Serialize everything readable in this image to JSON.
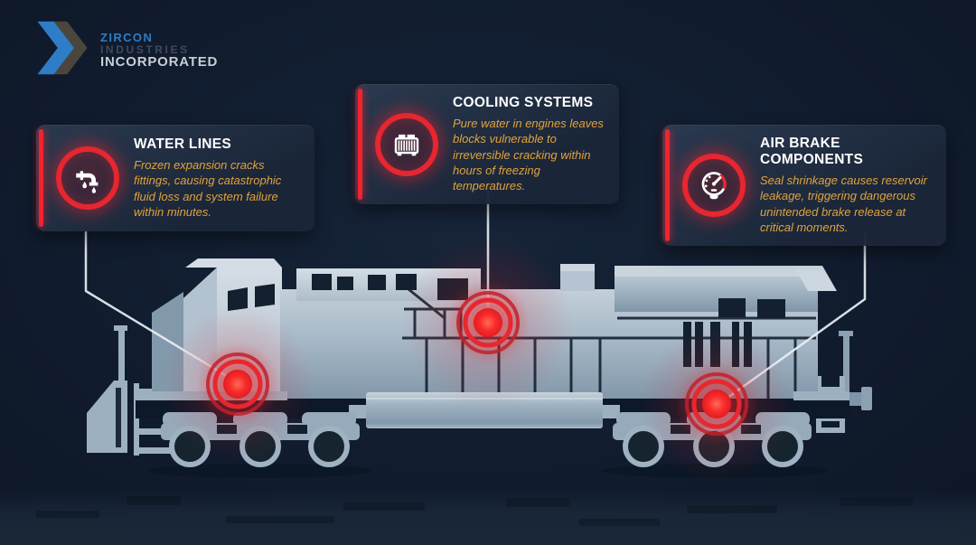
{
  "brand": {
    "line1": "ZIRCON",
    "line2": "INDUSTRIES",
    "line3": "INCORPORATED"
  },
  "cards": [
    {
      "id": "water-lines",
      "title": "WATER LINES",
      "description": "Frozen expansion cracks fittings, causing catastrophic fluid loss and system failure within minutes.",
      "icon": "pipe-leak-icon"
    },
    {
      "id": "cooling-systems",
      "title": "COOLING SYSTEMS",
      "description": "Pure water in engines leaves blocks vulnerable to irreversible cracking within hours of freezing temperatures.",
      "icon": "radiator-icon"
    },
    {
      "id": "air-brake-components",
      "title": "AIR BRAKE COMPONENTS",
      "description": "Seal shrinkage causes reservoir leakage, triggering dangerous unintended brake release at critical moments.",
      "icon": "pressure-gauge-icon"
    }
  ],
  "illustration": {
    "subject": "diesel locomotive side profile with red hazard hotspots",
    "hotspots": [
      {
        "card": "water-lines",
        "location": "front underframe"
      },
      {
        "card": "cooling-systems",
        "location": "mid hood"
      },
      {
        "card": "air-brake-components",
        "location": "rear truck"
      }
    ]
  },
  "colors": {
    "background": "#0d1726",
    "card_background": "#223045",
    "accent_red": "#f0232e",
    "title_white": "#ffffff",
    "body_orange": "#e2a23c",
    "logo_blue": "#2e7dc6",
    "train_gray": "#a3b5c4",
    "connector_white": "#e9eff4"
  }
}
